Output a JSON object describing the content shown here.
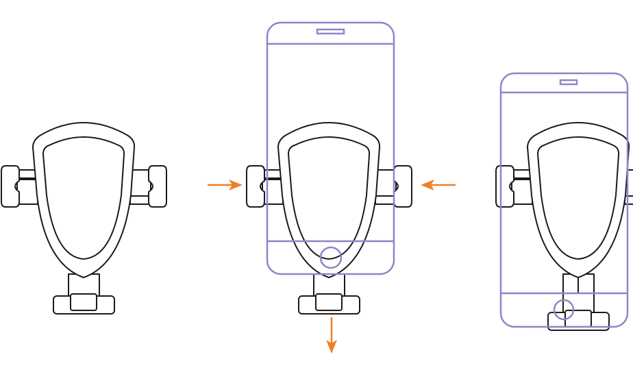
{
  "colors": {
    "phone_outline": "#8c86c8",
    "arrow": "#f07f22",
    "holder_outline": "#1a1a1a"
  },
  "panels": [
    {
      "state": "empty-holder"
    },
    {
      "state": "phone-inserted",
      "arrows": [
        "arrow-right",
        "arrow-left",
        "arrow-down"
      ]
    },
    {
      "state": "phone-clamped"
    }
  ]
}
